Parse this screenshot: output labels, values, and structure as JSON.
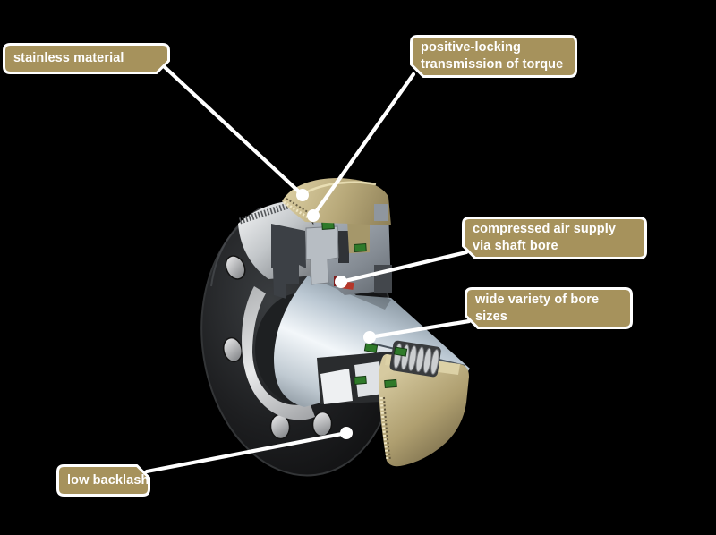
{
  "illustration": {
    "name": "pneumatic-shaft-coupling-cutaway",
    "parts": [
      "flange",
      "bolt-holes",
      "counterbore-ring",
      "shaft-bore",
      "hub-cone",
      "clamping-ring-top",
      "clamping-ring-bottom",
      "piston-body",
      "coil-spring",
      "seal-rings",
      "air-port"
    ]
  },
  "colors": {
    "background": "#000000",
    "label_fill": "#a6925c",
    "label_border": "#ffffff",
    "label_text": "#ffffff",
    "leader": "#ffffff",
    "ring_brass": "#b3a476",
    "steel_grey": "#8f969e",
    "bore_highlight": "#f3f7fa",
    "seal_green": "#2f7a2a",
    "detail_red": "#b5372a",
    "flange_dark": "#141517"
  },
  "labels": [
    {
      "id": "stainless-material",
      "lines": [
        "stainless material"
      ]
    },
    {
      "id": "positive-locking",
      "lines": [
        "positive-locking",
        "transmission of torque"
      ]
    },
    {
      "id": "compressed-air",
      "lines": [
        "compressed air supply",
        "via shaft bore"
      ]
    },
    {
      "id": "bore-sizes",
      "lines": [
        "wide variety of bore",
        "sizes"
      ]
    },
    {
      "id": "low-backlash",
      "lines": [
        "low backlash"
      ]
    }
  ]
}
